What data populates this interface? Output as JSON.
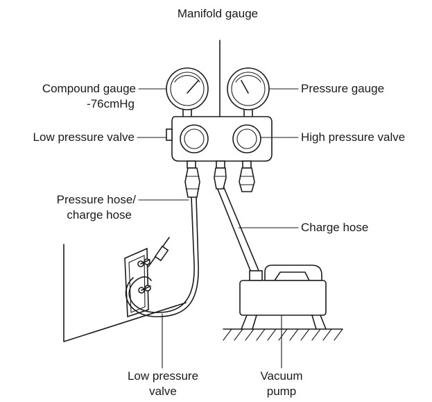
{
  "labels": {
    "manifold_gauge": "Manifold gauge",
    "compound_gauge": "Compound gauge",
    "compound_reading": "-76cmHg",
    "pressure_gauge": "Pressure gauge",
    "low_pressure_valve": "Low pressure valve",
    "high_pressure_valve": "High pressure valve",
    "pressure_hose_line1": "Pressure hose/",
    "pressure_hose_line2": "charge hose",
    "charge_hose": "Charge hose",
    "bottom_low_line1": "Low pressure",
    "bottom_low_line2": "valve",
    "vacuum_line1": "Vacuum",
    "vacuum_line2": "pump"
  }
}
